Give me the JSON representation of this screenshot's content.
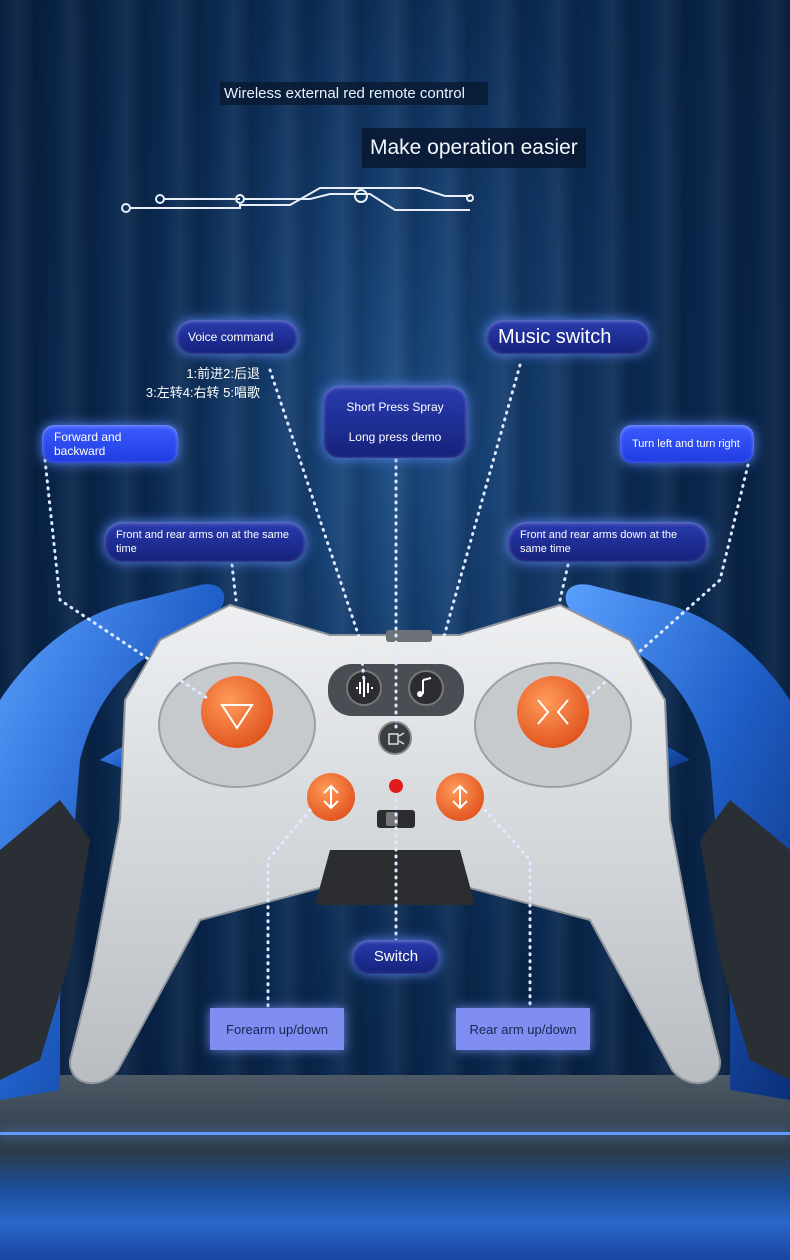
{
  "header": {
    "title_line": "Wireless external red remote control",
    "subtitle": "Make operation easier"
  },
  "labels": {
    "voice_command": "Voice command",
    "voice_cn_line1": "1:前进2:后退",
    "voice_cn_line2": "3:左转4:右转 5:唱歌",
    "music_switch": "Music switch",
    "short_press": "Short Press Spray",
    "long_press": "Long press demo",
    "forward_backward": "Forward and backward",
    "turn_left_right": "Turn left and turn right",
    "arms_on": "Front and rear arms on at the same time",
    "arms_down": "Front and rear arms down at the same time",
    "switch": "Switch",
    "forearm": "Forearm up/down",
    "rear_arm": "Rear arm up/down"
  },
  "icons": {
    "voice_button": "voice-wave-icon",
    "music_button": "music-note-icon",
    "spray_button": "spray-icon",
    "left_joystick": "down-arrow-icon",
    "right_joystick": "left-right-icon"
  },
  "colors": {
    "pill_blue": "#2b48f0",
    "orange_button": "#f26a2a",
    "controller_body": "#d9dbdd",
    "robot_blue": "#1f5fc8",
    "led_red": "#e11b1b"
  }
}
